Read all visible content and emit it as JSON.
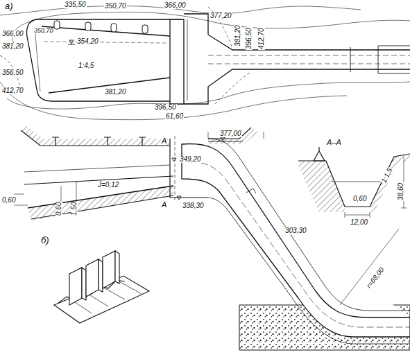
{
  "diagram": {
    "labels": [
      "а)",
      "335,50",
      "350,70",
      "366,00",
      "377,20",
      "366,00",
      "350,70",
      "381,20",
      "354,20",
      "1:4,5",
      "356,50",
      "412,70",
      "381,20",
      "396,50",
      "61,60",
      "381,20",
      "396,50",
      "412,70",
      "А",
      "377,00",
      "349,20",
      "0,60",
      "J=0,12",
      "0,60",
      "1,50",
      "А",
      "338,30",
      "А–А",
      "1:1,5",
      "0,60",
      "38,60",
      "12,00",
      "303,30",
      "r=68,00",
      "б)"
    ]
  }
}
